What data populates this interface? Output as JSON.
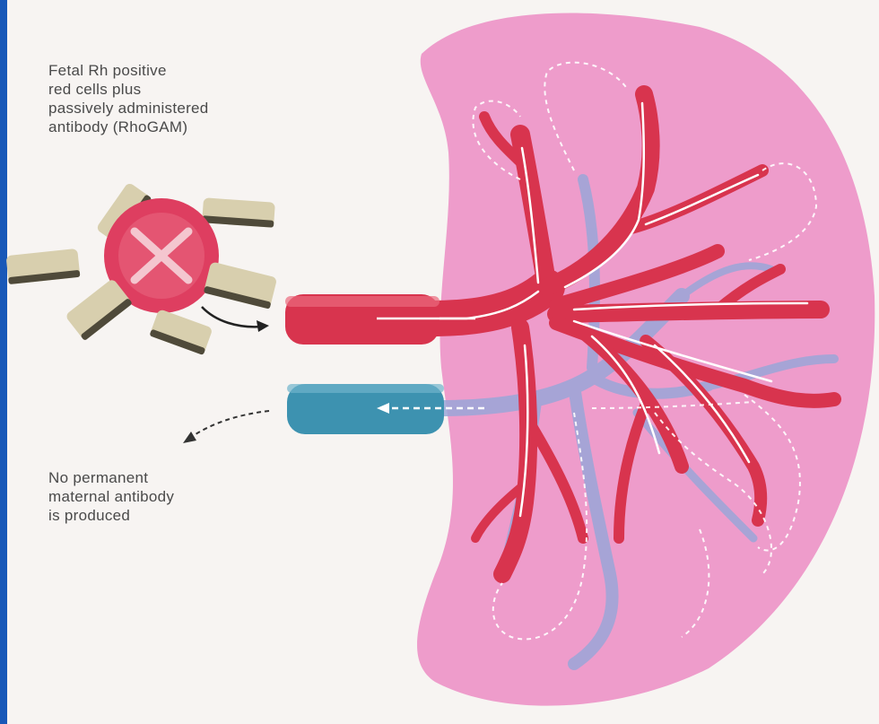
{
  "caption_top": {
    "lines": [
      "Fetal Rh positive",
      "red cells plus",
      "passively administered",
      "antibody (RhoGAM)"
    ]
  },
  "caption_bottom": {
    "lines": [
      "No permanent",
      "maternal antibody",
      "is produced"
    ]
  },
  "colors": {
    "edge_bar": "#1858b8",
    "background": "#f7f4f2",
    "organ": "#ee9ccb",
    "artery": "#d8344e",
    "vein": "#3d92b0",
    "venous_branches": "#9aa6d8",
    "antibody": "#d8cfae",
    "red_cell": "#de3e60"
  },
  "icons": {
    "destroyed_cell": "red-cell-x-icon",
    "antibody": "antibody-fragment-icon",
    "flow_in": "curved-arrow-right-icon",
    "flow_out": "dashed-arrow-left-icon"
  }
}
